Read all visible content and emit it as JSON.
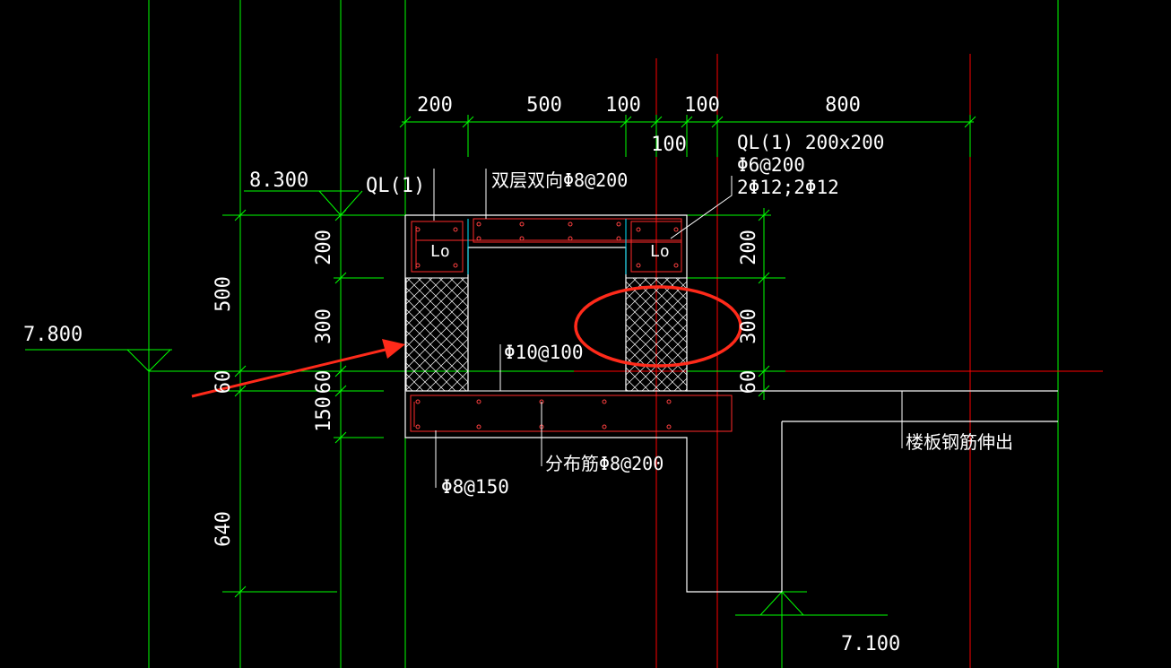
{
  "colors": {
    "background": "#000000",
    "dim_line": "#00ff00",
    "grid_red": "#ff0000",
    "outline": "#ffffff",
    "annotation": "#ff2200",
    "text": "#ffffff",
    "cyan": "#00e5ff"
  },
  "dims_top": [
    "200",
    "500",
    "100",
    "100",
    "800"
  ],
  "dim_top_sub": "100",
  "dims_left": [
    "200",
    "300",
    "60",
    "150"
  ],
  "dims_left_outer": [
    "500",
    "60",
    "640"
  ],
  "dims_right": [
    "200",
    "300",
    "60"
  ],
  "levels": {
    "top": "8.300",
    "mid": "7.800",
    "bottom": "7.100"
  },
  "labels": {
    "ql1_left": "QL(1)",
    "double_bars": "双层双向Φ8@200",
    "ql1_spec_line1": "QL(1) 200x200",
    "ql1_spec_line2": "Φ6@200",
    "ql1_spec_line3": "2Φ12;2Φ12",
    "lo_left": "Lo",
    "lo_right": "Lo",
    "phi10": "Φ10@100",
    "slab_out": "楼板钢筋伸出",
    "dist_bars": "分布筋Φ8@200",
    "phi8_150": "Φ8@150"
  }
}
